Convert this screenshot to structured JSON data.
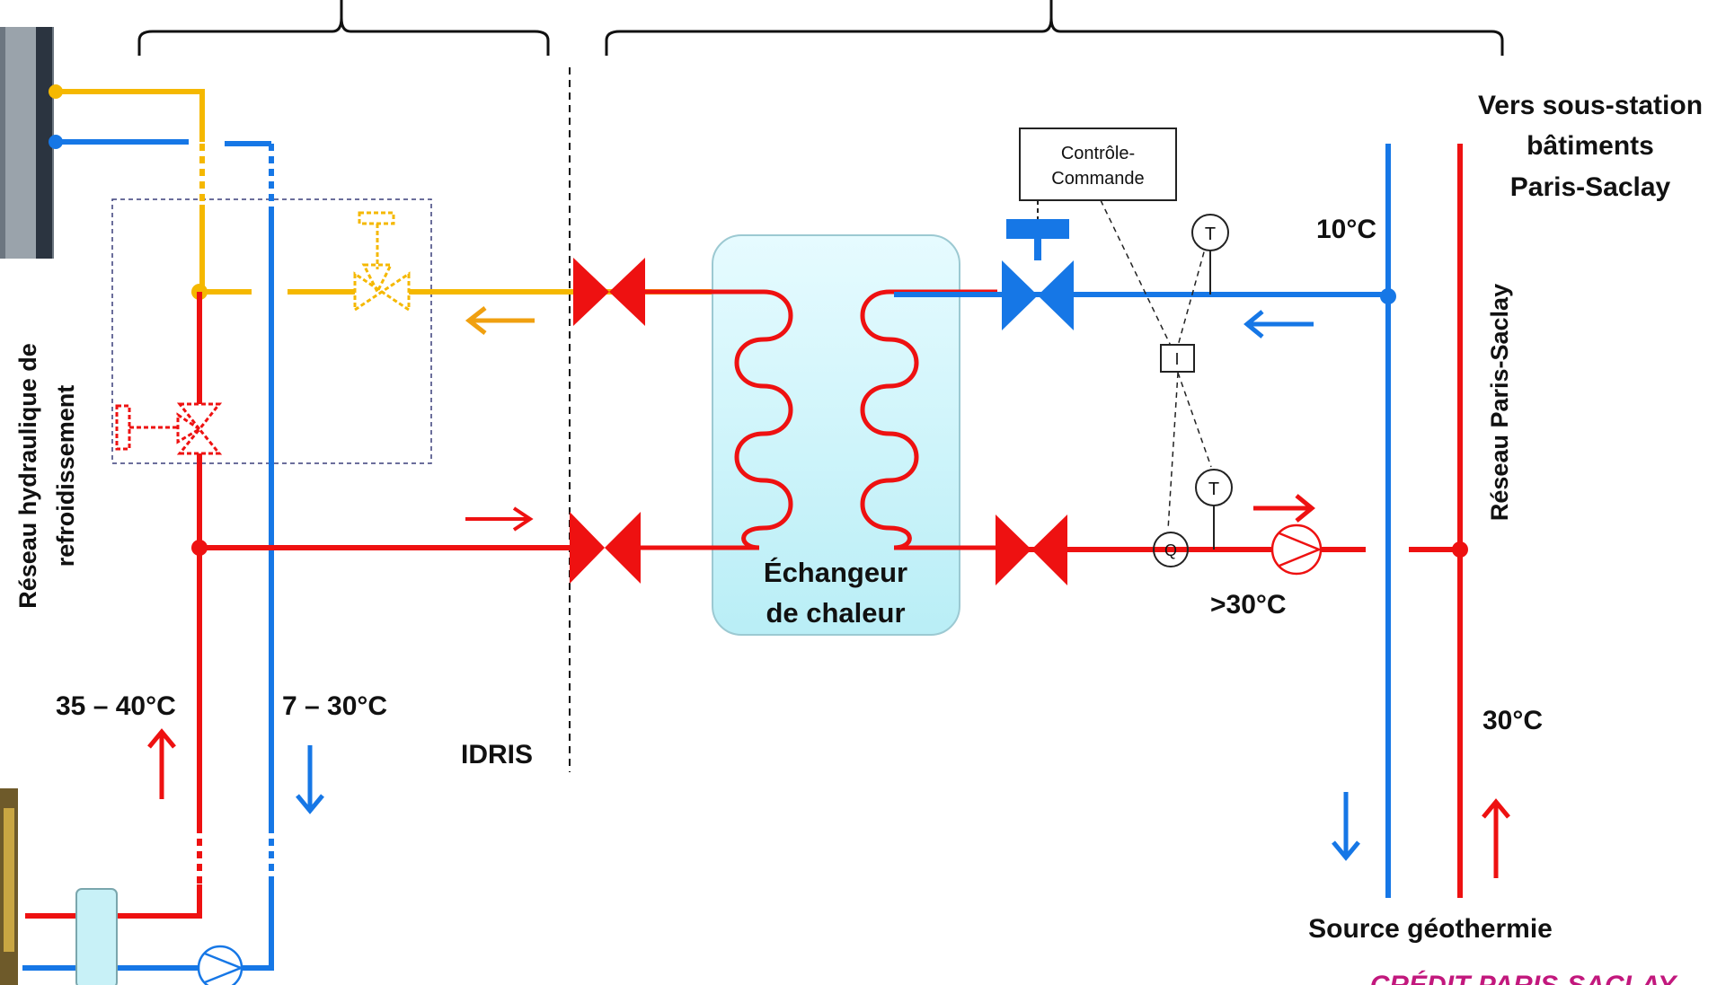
{
  "labels": {
    "vertical_left_line1": "Réseau hydraulique de",
    "vertical_left_line2": "refroidissement",
    "vertical_right": "Réseau Paris-Saclay",
    "top_right_line1": "Vers sous-station",
    "top_right_line2": "bâtiments",
    "top_right_line3": "Paris-Saclay",
    "temp_10": "10°C",
    "temp_gt30": ">30°C",
    "temp_30": "30°C",
    "temp_35_40": "35 – 40°C",
    "temp_7_30": "7 – 30°C",
    "idris": "IDRIS",
    "exchanger_line1": "Échangeur",
    "exchanger_line2": "de chaleur",
    "control_line1": "Contrôle-",
    "control_line2": "Commande",
    "source": "Source géothermie",
    "credit": "CRÉDIT PARIS-SACLAY",
    "sensor_t": "T",
    "sensor_q": "Q",
    "sensor_i": "I"
  },
  "colors": {
    "hot": "#ee1111",
    "cold": "#1677e6",
    "yellow": "#f5b800",
    "orange_arrow": "#f0a010",
    "exchanger_fill": "#c8f1f7",
    "credit": "#c2187d"
  }
}
